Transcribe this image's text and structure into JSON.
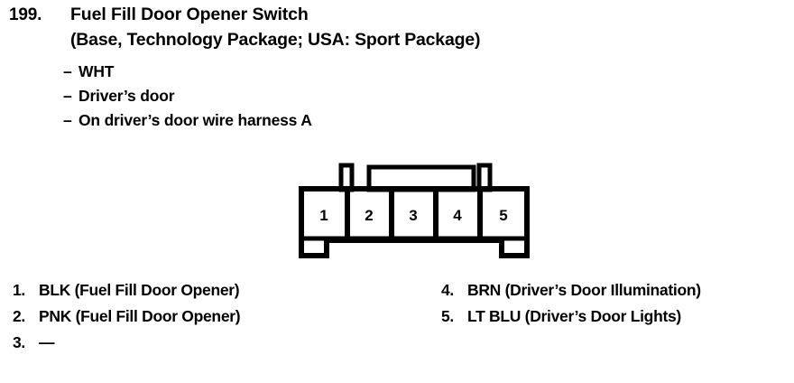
{
  "header": {
    "item_number": "199.",
    "title_line_1": "Fuel Fill Door Opener Switch",
    "title_line_2": "(Base, Technology Package; USA: Sport Package)",
    "subnotes": [
      {
        "dash": "–",
        "text": "WHT"
      },
      {
        "dash": "–",
        "text": "Driver’s door"
      },
      {
        "dash": "–",
        "text": "On driver’s door wire harness A"
      }
    ]
  },
  "connector": {
    "name": "5-pin connector",
    "pin_count": 5,
    "pin_labels": [
      "1",
      "2",
      "3",
      "4",
      "5"
    ],
    "outline_color": "#000000",
    "fill_color": "#ffffff"
  },
  "legend": {
    "left_column": [
      {
        "index": "1.",
        "text": "BLK (Fuel Fill Door Opener)"
      },
      {
        "index": "2.",
        "text": "PNK (Fuel Fill Door Opener)"
      },
      {
        "index": "3.",
        "text": "—"
      }
    ],
    "right_column": [
      {
        "index": "4.",
        "text": "BRN (Driver’s Door Illumination)"
      },
      {
        "index": "5.",
        "text": "LT BLU (Driver’s Door Lights)"
      }
    ]
  }
}
